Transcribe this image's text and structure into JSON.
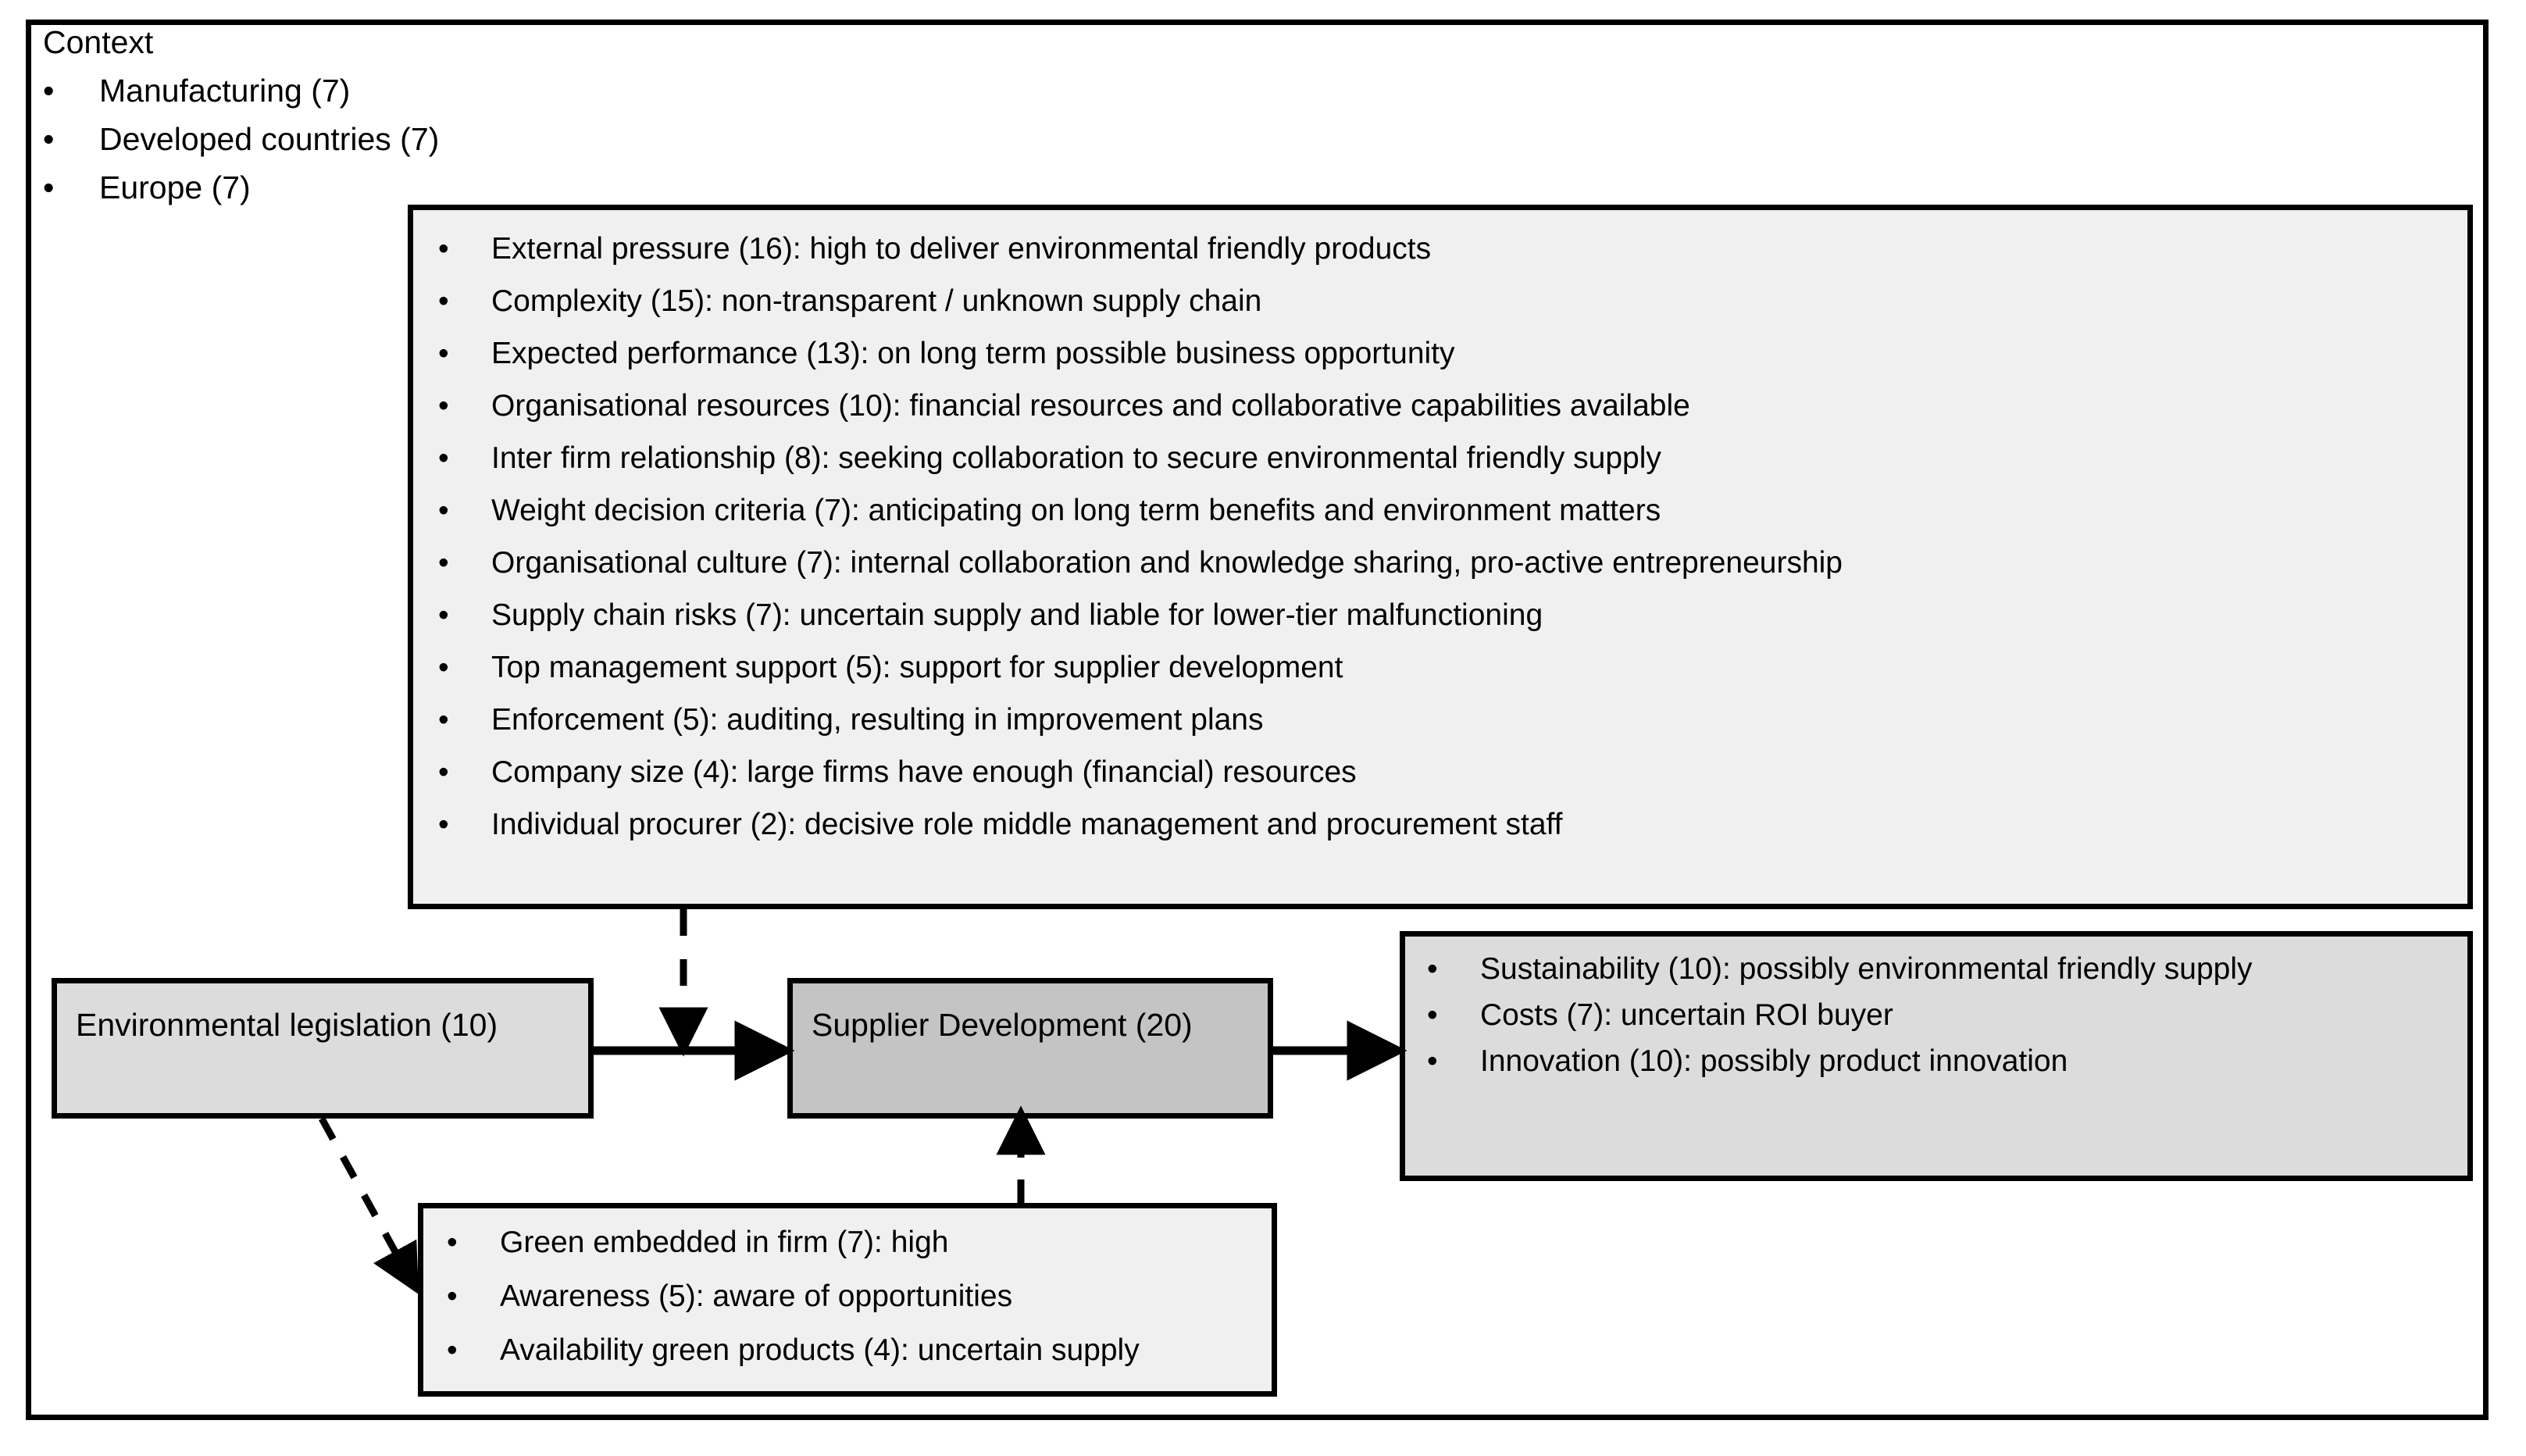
{
  "context": {
    "title": "Context",
    "items": [
      "Manufacturing (7)",
      "Developed countries (7)",
      "Europe (7)"
    ]
  },
  "factors_box": {
    "items": [
      "External pressure (16): high to deliver environmental friendly products",
      "Complexity (15): non-transparent / unknown supply chain",
      "Expected performance (13): on long term possible business opportunity",
      "Organisational resources (10): financial resources and collaborative capabilities available",
      "Inter firm relationship (8): seeking collaboration to secure environmental friendly supply",
      "Weight decision criteria (7): anticipating on long term benefits and environment matters",
      "Organisational culture (7): internal collaboration and knowledge sharing, pro-active entrepreneurship",
      "Supply chain risks (7): uncertain supply and liable for lower-tier malfunctioning",
      "Top management support (5): support for supplier development",
      "Enforcement (5): auditing, resulting in improvement plans",
      "Company size (4): large firms have enough (financial) resources",
      "Individual procurer (2): decisive role middle management and procurement staff"
    ]
  },
  "nodes": {
    "legislation": "Environmental legislation (10)",
    "supplier_development": "Supplier Development (20)"
  },
  "outcomes_box": {
    "items": [
      "Sustainability (10): possibly environmental friendly supply",
      "Costs (7): uncertain ROI buyer",
      "Innovation (10): possibly product innovation"
    ]
  },
  "enablers_box": {
    "items": [
      "Green embedded in firm (7): high",
      "Awareness (5): aware of opportunities",
      "Availability green products (4): uncertain supply"
    ]
  },
  "glyphs": {
    "bullet": "•"
  },
  "colors": {
    "stroke": "#000000",
    "box_light": "#f0f0f0",
    "box_mid": "#dcdcdc",
    "box_dark": "#c4c4c4",
    "page_background": "#ffffff"
  },
  "connectors": [
    {
      "name": "factors-to-supplier-development",
      "style": "dashed",
      "direction": "down"
    },
    {
      "name": "legislation-to-supplier-development",
      "style": "solid",
      "direction": "right"
    },
    {
      "name": "supplier-development-to-outcomes",
      "style": "solid",
      "direction": "right"
    },
    {
      "name": "enablers-to-supplier-development",
      "style": "dashed",
      "direction": "up"
    },
    {
      "name": "legislation-to-enablers",
      "style": "dashed",
      "direction": "down-right"
    }
  ]
}
